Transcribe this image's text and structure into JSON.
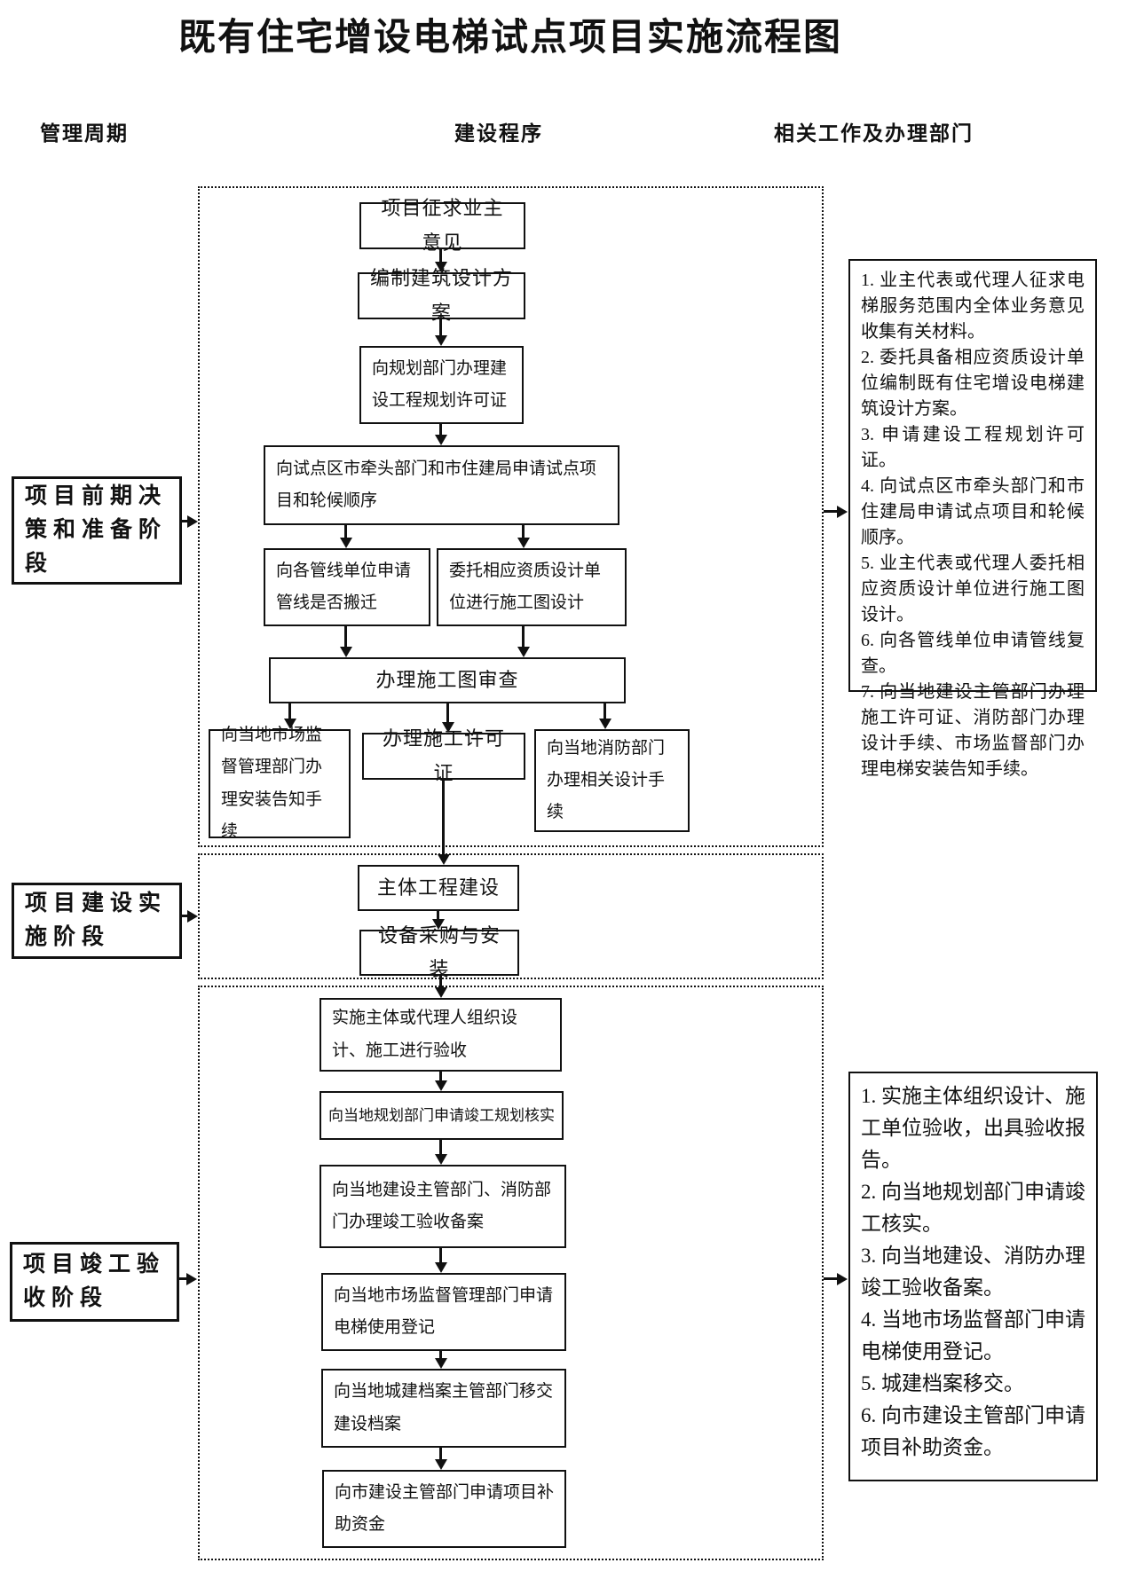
{
  "title": "既有住宅增设电梯试点项目实施流程图",
  "column_headers": {
    "management_cycle": "管理周期",
    "construction_procedure": "建设程序",
    "related_work": "相关工作及办理部门"
  },
  "stages": {
    "preparation": "项目前期决策和准备阶段",
    "implementation": "项目建设实施阶段",
    "acceptance": "项目竣工验收阶段"
  },
  "flow_steps": [
    "项目征求业主意见",
    "编制建筑设计方案",
    "向规划部门办理建设工程规划许可证",
    "向试点区市牵头部门和市住建局申请试点项目和轮候顺序",
    "向各管线单位申请管线是否搬迁",
    "委托相应资质设计单位进行施工图设计",
    "办理施工图审查",
    "向当地市场监督管理部门办理安装告知手续",
    "办理施工许可证",
    "向当地消防部门办理相关设计手续",
    "主体工程建设",
    "设备采购与安装",
    "实施主体或代理人组织设计、施工进行验收",
    "向当地规划部门申请竣工规划核实",
    "向当地建设主管部门、消防部门办理竣工验收备案",
    "向当地市场监督管理部门申请电梯使用登记",
    "向当地城建档案主管部门移交建设档案",
    "向市建设主管部门申请项目补助资金"
  ],
  "notes": {
    "preparation_notes": [
      "1. 业主代表或代理人征求电梯服务范围内全体业务意见收集有关材料。",
      "2. 委托具备相应资质设计单位编制既有住宅增设电梯建筑设计方案。",
      "3. 申请建设工程规划许可证。",
      "4. 向试点区市牵头部门和市住建局申请试点项目和轮候顺序。",
      "5. 业主代表或代理人委托相应资质设计单位进行施工图设计。",
      "6. 向各管线单位申请管线复查。",
      "7. 向当地建设主管部门办理施工许可证、消防部门办理设计手续、市场监督部门办理电梯安装告知手续。"
    ],
    "acceptance_notes": [
      "1. 实施主体组织设计、施工单位验收，出具验收报告。",
      "2. 向当地规划部门申请竣工核实。",
      "3. 向当地建设、消防办理竣工验收备案。",
      "4. 当地市场监督部门申请电梯使用登记。",
      "5. 城建档案移交。",
      "6. 向市建设主管部门申请项目补助资金。"
    ]
  },
  "colors": {
    "ink": "#111111",
    "background": "#ffffff"
  }
}
